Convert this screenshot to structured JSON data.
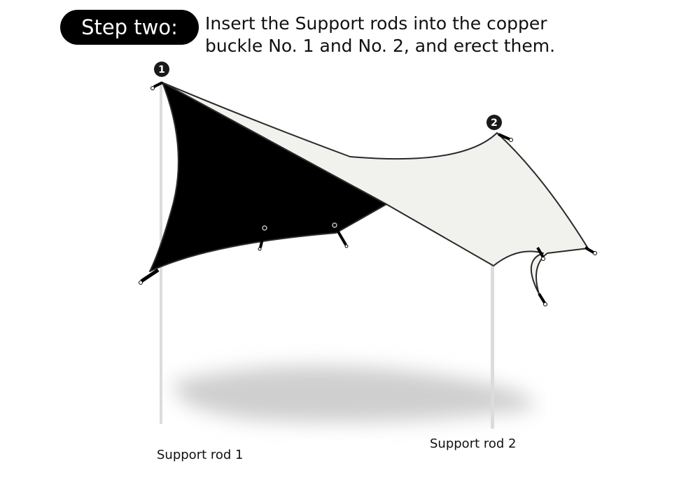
{
  "header": {
    "step_label": "Step two:",
    "instruction_line1": "Insert the Support rods into the copper",
    "instruction_line2": "buckle No. 1 and No. 2, and erect them."
  },
  "markers": {
    "buckle_1": "1",
    "buckle_2": "2"
  },
  "labels": {
    "rod_1": "Support rod 1",
    "rod_2": "Support rod 2"
  },
  "colors": {
    "badge": "#000000",
    "tarp_dark": "#000000",
    "tarp_light": "#f1f1ed",
    "rod": "#dcdcdc",
    "shadow": "#cfcfcf"
  },
  "icons": {
    "buckle_marker": "numbered-circle-icon",
    "tie_point": "tie-down-strap-icon"
  }
}
